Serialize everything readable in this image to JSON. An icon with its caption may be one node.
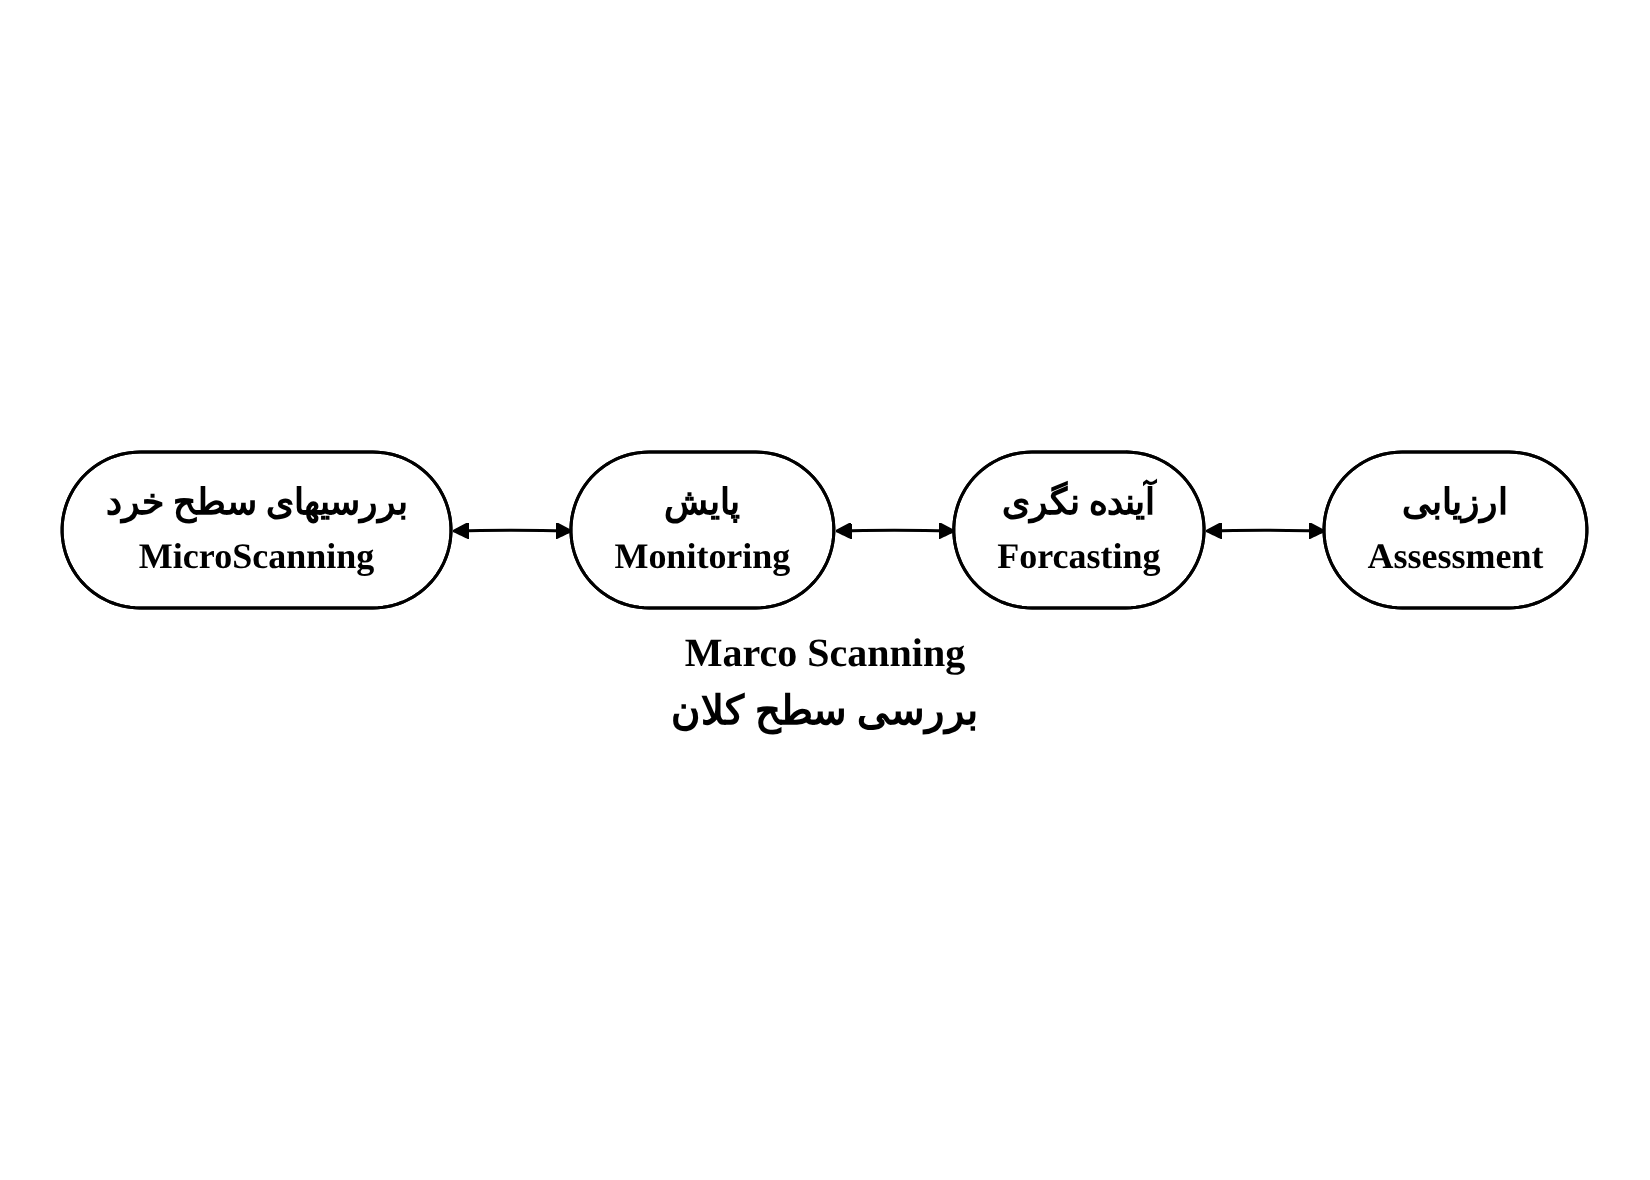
{
  "diagram": {
    "nodes": [
      {
        "text": [
          "بررسیهای سطح خرد",
          "MicroScanning"
        ]
      },
      {
        "text": [
          "پایش",
          "Monitoring"
        ]
      },
      {
        "text": [
          "ارزیابی",
          "Assessment"
        ]
      },
      {
        "text": [
          "آینده نگری",
          "Forcasting"
        ]
      }
    ],
    "edges": [
      {
        "from": 0,
        "to": 1,
        "arrow": "both"
      },
      {
        "from": 1,
        "to": 3,
        "arrow": "both"
      },
      {
        "from": 3,
        "to": 2,
        "arrow": "both"
      }
    ],
    "labels": [
      "Marco Scanning",
      "بررسی سطح کلان"
    ]
  }
}
